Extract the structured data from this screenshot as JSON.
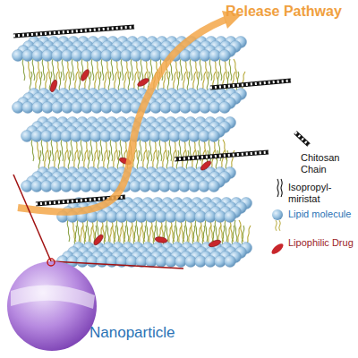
{
  "diagram": {
    "labels": [
      "Release Pathway",
      "Nanoparticle"
    ],
    "legend": [
      {
        "text": "Chitosan Chain"
      },
      {
        "text": "Isopropyl-miristat"
      },
      {
        "text": "Lipid molecule"
      },
      {
        "text": "Lipophilic Drug"
      }
    ]
  }
}
